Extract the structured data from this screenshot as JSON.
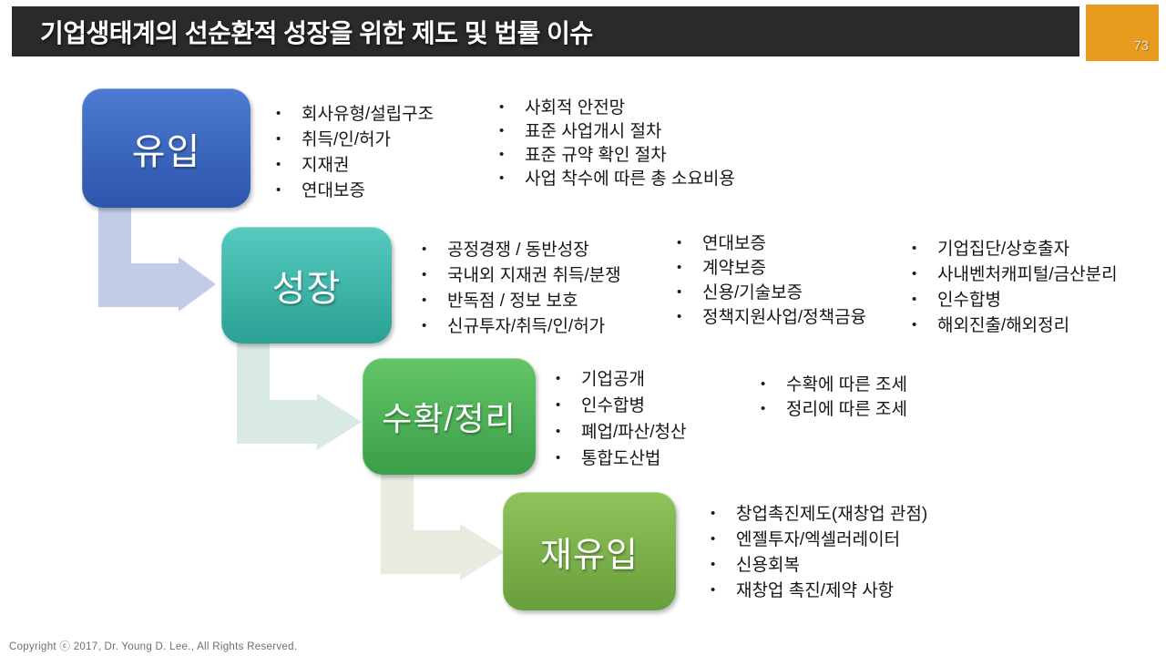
{
  "header": {
    "title": "기업생태계의 선순환적 성장을 위한 제도 및 법률 이슈",
    "bar_color": "#2A2A2A",
    "page_number": "73",
    "page_box_color": "#E89C1E"
  },
  "diagram": {
    "stages": [
      {
        "label": "유입",
        "color_top": "#4C7BD1",
        "color_bottom": "#2D55AC",
        "columns": [
          {
            "items": [
              "회사유형/설립구조",
              "취득/인/허가",
              "지재권",
              "연대보증"
            ]
          },
          {
            "items": [
              "사회적 안전망",
              "표준 사업개시 절차",
              "표준 규약 확인 절차",
              "사업 착수에 따른 총 소요비용"
            ]
          }
        ]
      },
      {
        "label": "성장",
        "color_top": "#56CABE",
        "color_bottom": "#2AA194",
        "columns": [
          {
            "items": [
              "공정경쟁 / 동반성장",
              "국내외 지재권 취득/분쟁",
              "반독점 / 정보 보호",
              "신규투자/취득/인/허가"
            ]
          },
          {
            "items": [
              "연대보증",
              "계약보증",
              "신용/기술보증",
              "정책지원사업/정책금융"
            ]
          },
          {
            "items": [
              "기업집단/상호출자",
              "사내벤처캐피털/금산분리",
              "인수합병",
              "해외진출/해외정리"
            ]
          }
        ]
      },
      {
        "label": "수확/정리",
        "color_top": "#63C567",
        "color_bottom": "#3B9E48",
        "columns": [
          {
            "items": [
              "기업공개",
              "인수합병",
              "폐업/파산/청산",
              "통합도산법"
            ]
          },
          {
            "items": [
              "수확에 따른 조세",
              "정리에 따른 조세"
            ]
          }
        ]
      },
      {
        "label": "재유입",
        "color_top": "#8FC35A",
        "color_bottom": "#699F3B",
        "columns": [
          {
            "items": [
              "창업촉진제도(재창업 관점)",
              "엔젤투자/엑셀러레이터",
              "신용회복",
              "재창업 촉진/제약 사항"
            ]
          }
        ]
      }
    ],
    "arrows": [
      {
        "name": "arrow-inflow-to-growth",
        "color": "#C3CCE7"
      },
      {
        "name": "arrow-growth-to-harvest",
        "color": "#D9E9E3"
      },
      {
        "name": "arrow-harvest-to-reentry",
        "color": "#E7EBE0"
      }
    ]
  },
  "footer": {
    "copyright": "Copyright ⓒ 2017, Dr. Young D. Lee., All Rights Reserved."
  }
}
